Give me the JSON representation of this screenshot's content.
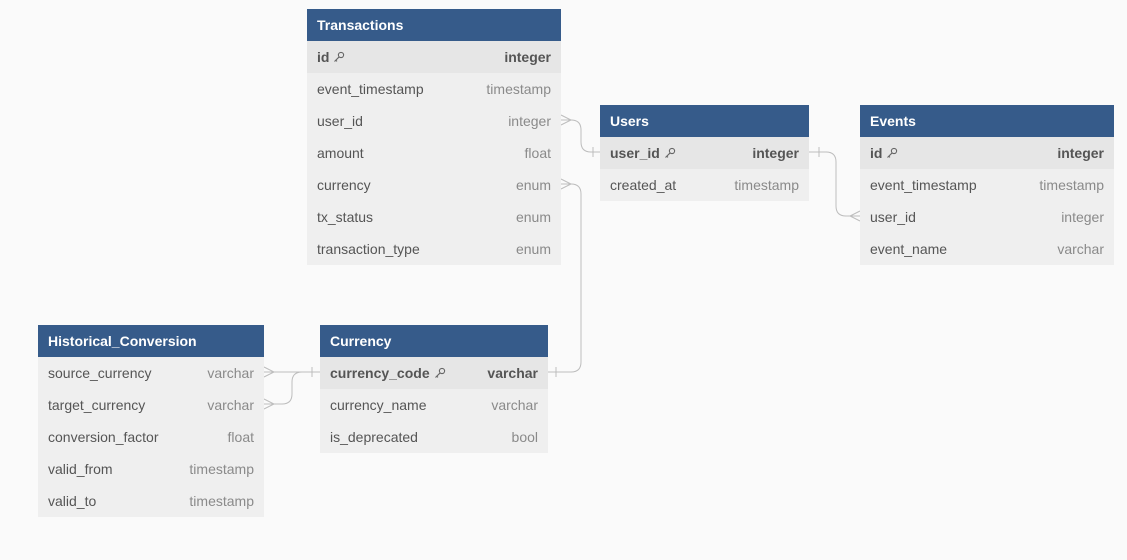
{
  "tables": {
    "transactions": {
      "title": "Transactions",
      "fields": [
        {
          "name": "id",
          "type": "integer",
          "pk": true
        },
        {
          "name": "event_timestamp",
          "type": "timestamp"
        },
        {
          "name": "user_id",
          "type": "integer"
        },
        {
          "name": "amount",
          "type": "float"
        },
        {
          "name": "currency",
          "type": "enum"
        },
        {
          "name": "tx_status",
          "type": "enum"
        },
        {
          "name": "transaction_type",
          "type": "enum"
        }
      ]
    },
    "users": {
      "title": "Users",
      "fields": [
        {
          "name": "user_id",
          "type": "integer",
          "pk": true
        },
        {
          "name": "created_at",
          "type": "timestamp"
        }
      ]
    },
    "events": {
      "title": "Events",
      "fields": [
        {
          "name": "id",
          "type": "integer",
          "pk": true
        },
        {
          "name": "event_timestamp",
          "type": "timestamp"
        },
        {
          "name": "user_id",
          "type": "integer"
        },
        {
          "name": "event_name",
          "type": "varchar"
        }
      ]
    },
    "historical_conversion": {
      "title": "Historical_Conversion",
      "fields": [
        {
          "name": "source_currency",
          "type": "varchar"
        },
        {
          "name": "target_currency",
          "type": "varchar"
        },
        {
          "name": "conversion_factor",
          "type": "float"
        },
        {
          "name": "valid_from",
          "type": "timestamp"
        },
        {
          "name": "valid_to",
          "type": "timestamp"
        }
      ]
    },
    "currency": {
      "title": "Currency",
      "fields": [
        {
          "name": "currency_code",
          "type": "varchar",
          "pk": true
        },
        {
          "name": "currency_name",
          "type": "varchar"
        },
        {
          "name": "is_deprecated",
          "type": "bool"
        }
      ]
    }
  },
  "colors": {
    "header": "#365b8a",
    "body": "#efefef",
    "pk_row": "#e6e6e6",
    "connector": "#bdbdbd"
  }
}
